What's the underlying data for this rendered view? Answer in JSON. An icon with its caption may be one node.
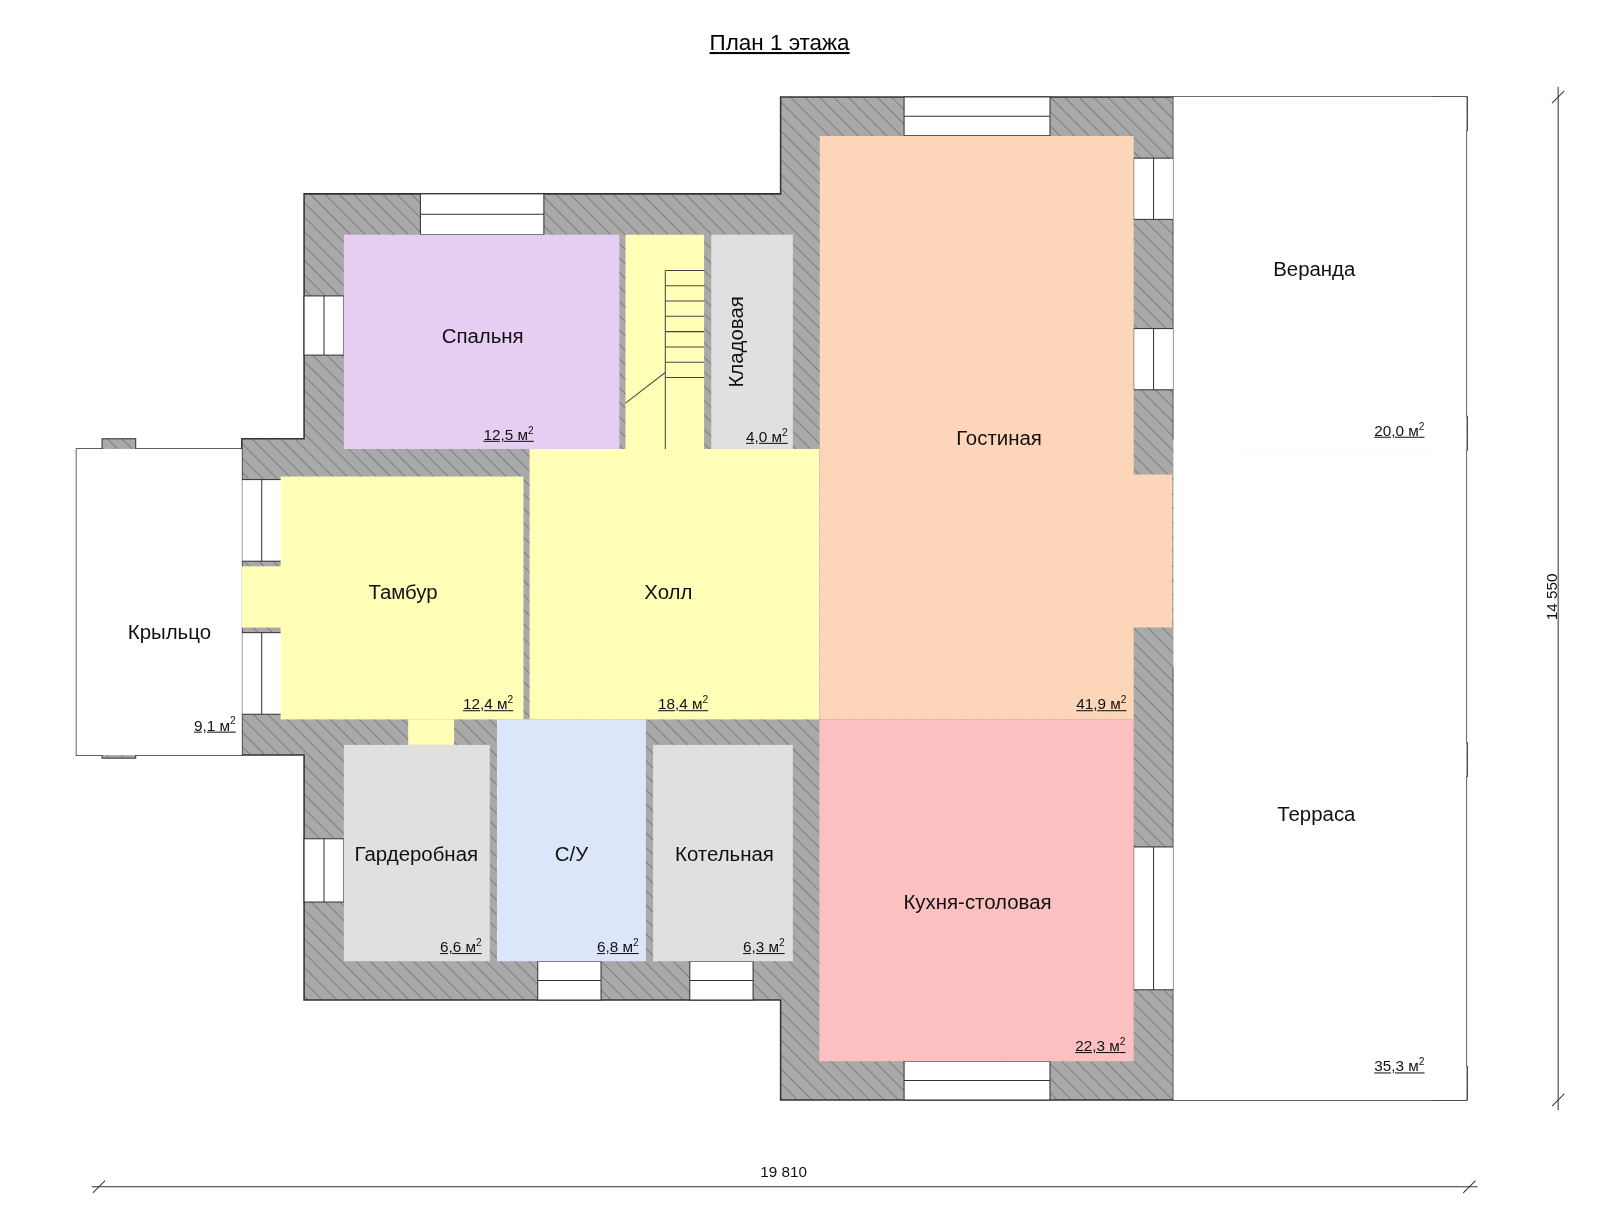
{
  "diagram": {
    "title": "План 1 этажа",
    "nodes": [
      {
        "text": [
          "Спальня",
          "12,5 м$^{2}$"
        ]
      },
      {
        "text": [
          "Кладовая",
          "4,0 м$^{2}$"
        ]
      },
      {
        "text": [
          "Гостиная",
          "41,9 м$^{2}$"
        ]
      },
      {
        "text": [
          "Веранда",
          "20,0 м$^{2}$"
        ]
      },
      {
        "text": [
          "Тамбур",
          "12,4 м$^{2}$"
        ]
      },
      {
        "text": [
          "Холл",
          "18,4 м$^{2}$"
        ]
      },
      {
        "text": [
          "Крыльцо",
          "9,1 м$^{2}$"
        ]
      },
      {
        "text": [
          "Гардеробная",
          "6,6 м$^{2}$"
        ]
      },
      {
        "text": [
          "С/У",
          "6,8 м$^{2}$"
        ]
      },
      {
        "text": [
          "Котельная",
          "6,3 м$^{2}$"
        ]
      },
      {
        "text": [
          "Кухня-столовая",
          "22,3 м$^{2}$"
        ]
      },
      {
        "text": [
          "Терраса",
          "35,3 м$^{2}$"
        ]
      }
    ],
    "edges": [],
    "labels": [
      "14 550",
      "19 810"
    ]
  }
}
